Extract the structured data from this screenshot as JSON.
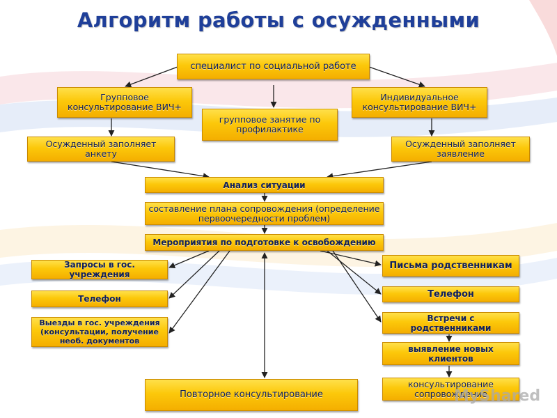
{
  "title": "Алгоритм работы с осужденными",
  "colors": {
    "box_fill": "#fcc80a",
    "box_border": "#c98a00",
    "text": "#10205a",
    "title": "#1f3f99",
    "arrow": "#222222"
  },
  "boxes": {
    "specialist": "специалист по социальной работе",
    "group_consult": "Групповое консультирование  ВИЧ+",
    "individual_consult": "Индивидуальное консультирование ВИЧ+",
    "group_prevention": "групповое занятие по профилактике",
    "fills_questionnaire": "Осужденный заполняет анкету",
    "fills_application": "Осужденный заполняет заявление",
    "analysis": "Анализ ситуации",
    "plan": "составление плана сопровождения (определение первоочередности проблем)",
    "release_prep": "Мероприятия по подготовке к освобождению",
    "gov_requests": "Запросы в гос. учреждения",
    "phone_left": "Телефон",
    "gov_visits": "Выезды в гос. учреждения (консультации, получение необ. документов",
    "letters_relatives": "Письма родственникам",
    "phone_right": "Телефон",
    "meetings_relatives": "Встречи с родственниками",
    "new_clients": "выявление новых клиентов",
    "consult_support": "консультирование сопровождение",
    "repeat_consult": "Повторное консультирование"
  },
  "watermark": "MyShared"
}
